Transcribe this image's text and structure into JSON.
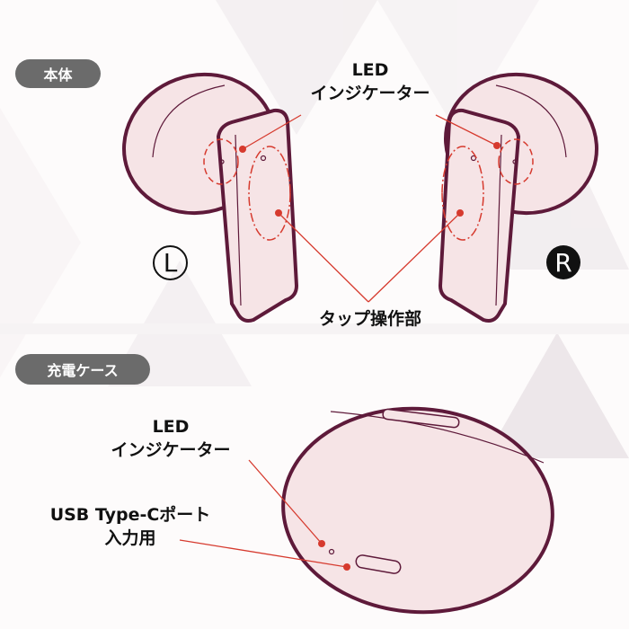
{
  "sections": {
    "earbuds": {
      "badge": "本体",
      "led_label_line1": "LED",
      "led_label_line2": "インジケーター",
      "tap_label": "タップ操作部",
      "left_mark": "L",
      "right_mark": "R"
    },
    "case": {
      "badge": "充電ケース",
      "led_label_line1": "LED",
      "led_label_line2": "インジケーター",
      "usb_label_line1": "USB Type-Cポート",
      "usb_label_line2": "入力用"
    }
  },
  "colors": {
    "outline": "#5e1a3a",
    "fill": "#f6e4e6",
    "callout": "#d63a2e",
    "badge": "#6b6b6b"
  }
}
